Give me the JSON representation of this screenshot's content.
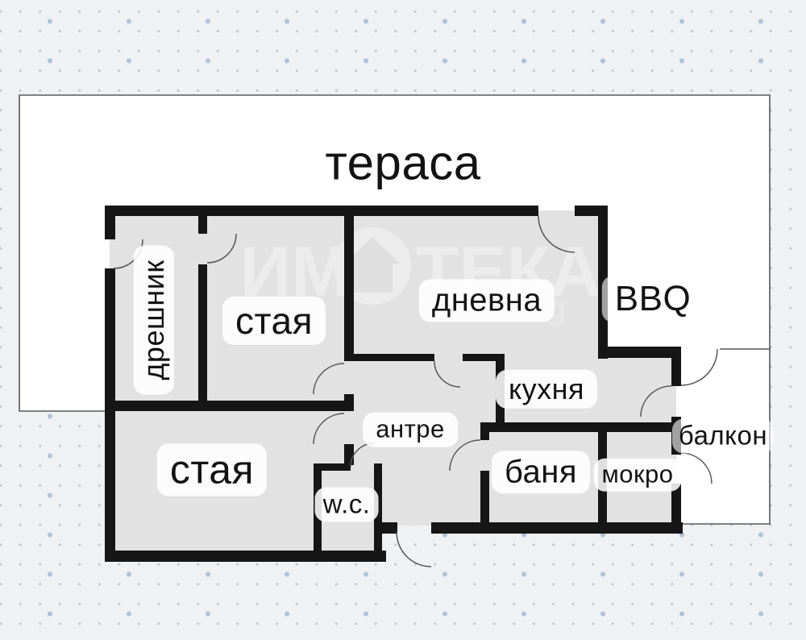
{
  "meta": {
    "kind": "apartment floor plan",
    "language": "Bulgarian"
  },
  "watermark": {
    "brand_left": "ИМ",
    "brand_right": "ТЕКА",
    "suffix": ".bg",
    "logo_icon": "house-in-circle-icon"
  },
  "rooms": {
    "terrace": "тераса",
    "closet": "дрешник",
    "room_top": "стая",
    "living": "дневна",
    "bbq": "BBQ",
    "kitchen": "кухня",
    "hall": "антре",
    "room_bottom": "стая",
    "wc": "w.c.",
    "bath": "баня",
    "wet": "мокро",
    "balcony": "балкон"
  },
  "colors": {
    "wall": "#161616",
    "floor": "#e2e2e2",
    "plan_background": "#ffffff",
    "plan_border": "#55585c",
    "door_arc": "#555555",
    "watermark": "#ececec",
    "watermark_house": "#dfdfdf",
    "page_background": "#f0f1f3",
    "dot_small": "#c3c8cd",
    "dot_accent": "#aec2d9",
    "label_text": "#131313"
  }
}
